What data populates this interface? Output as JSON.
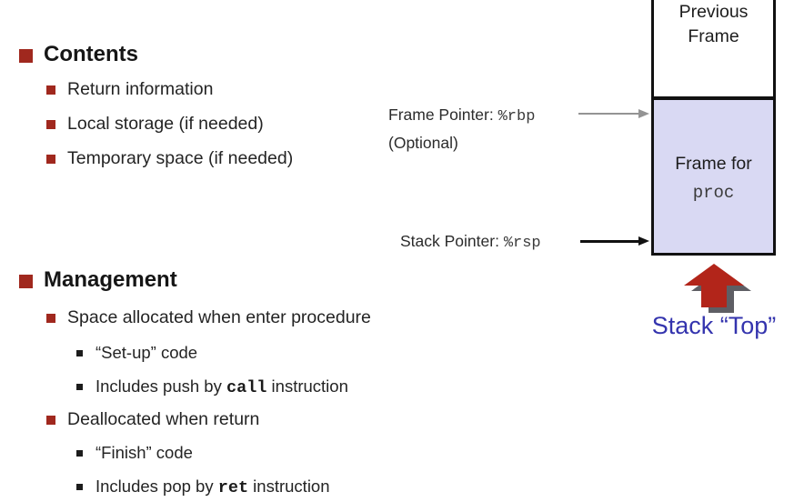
{
  "colors": {
    "accent_red": "#A0281E",
    "frame_box_fill": "#D9D9F3",
    "stack_top_blue": "#3434AE",
    "arrow_red": "#B2251A",
    "arrow_shadow_gray": "#5E5E64",
    "frame_pointer_arrow_gray": "#949494",
    "stack_pointer_arrow_black": "#111111"
  },
  "contents": {
    "title": "Contents",
    "items": [
      "Return information",
      "Local storage (if needed)",
      "Temporary space (if needed)"
    ]
  },
  "management": {
    "title": "Management",
    "item_allocate": "Space allocated when enter procedure",
    "sub_setup": "“Set-up” code",
    "push_prefix": "Includes push by ",
    "push_code": "call",
    "push_suffix": " instruction",
    "item_deallocate": "Deallocated when return",
    "sub_finish": "“Finish” code",
    "pop_prefix": "Includes pop by ",
    "pop_code": "ret",
    "pop_suffix": " instruction"
  },
  "diagram": {
    "previous_frame_line1": "Previous",
    "previous_frame_line2": "Frame",
    "frame_pointer_label": "Frame Pointer: ",
    "frame_pointer_reg": "%rbp",
    "frame_pointer_note": "(Optional)",
    "stack_pointer_label": "Stack Pointer: ",
    "stack_pointer_reg": "%rsp",
    "frame_for_label": "Frame for",
    "frame_for_code": "proc",
    "stack_top_label": "Stack “Top”"
  }
}
